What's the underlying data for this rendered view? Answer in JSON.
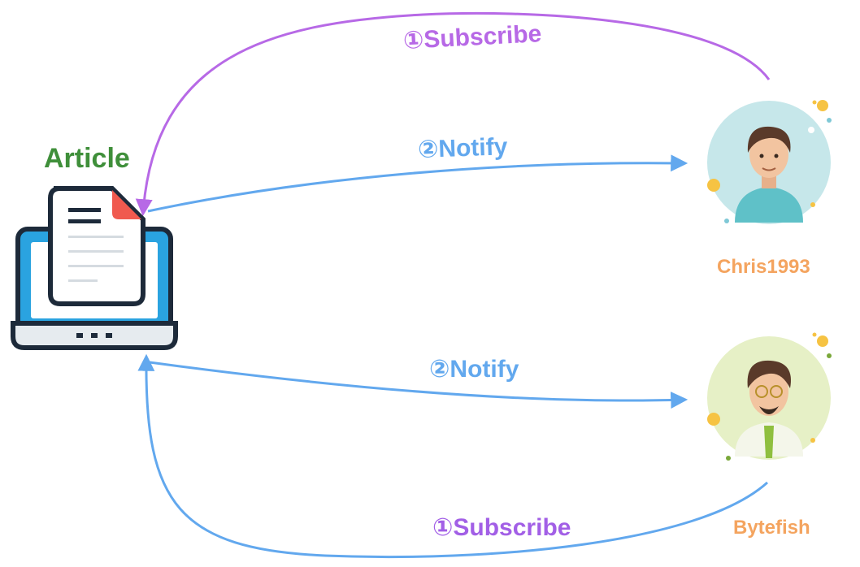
{
  "diagram": {
    "title": "Article",
    "edges": [
      {
        "label": "①Subscribe",
        "from": "Chris1993",
        "to": "Article"
      },
      {
        "label": "②Notify",
        "from": "Article",
        "to": "Chris1993"
      },
      {
        "label": "②Notify",
        "from": "Article",
        "to": "Bytefish"
      },
      {
        "label": "①Subscribe",
        "from": "Bytefish",
        "to": "Article"
      }
    ],
    "users": [
      {
        "name": "Chris1993"
      },
      {
        "name": "Bytefish"
      }
    ]
  },
  "colors": {
    "subscribe_top": "#b769e6",
    "subscribe_bottom": "#a25fe6",
    "notify": "#62a8ee",
    "article_title": "#3f8f3a",
    "username": "#f4a45f"
  },
  "icons": [
    "laptop-document-icon",
    "avatar-chris-icon",
    "avatar-bytefish-icon"
  ]
}
